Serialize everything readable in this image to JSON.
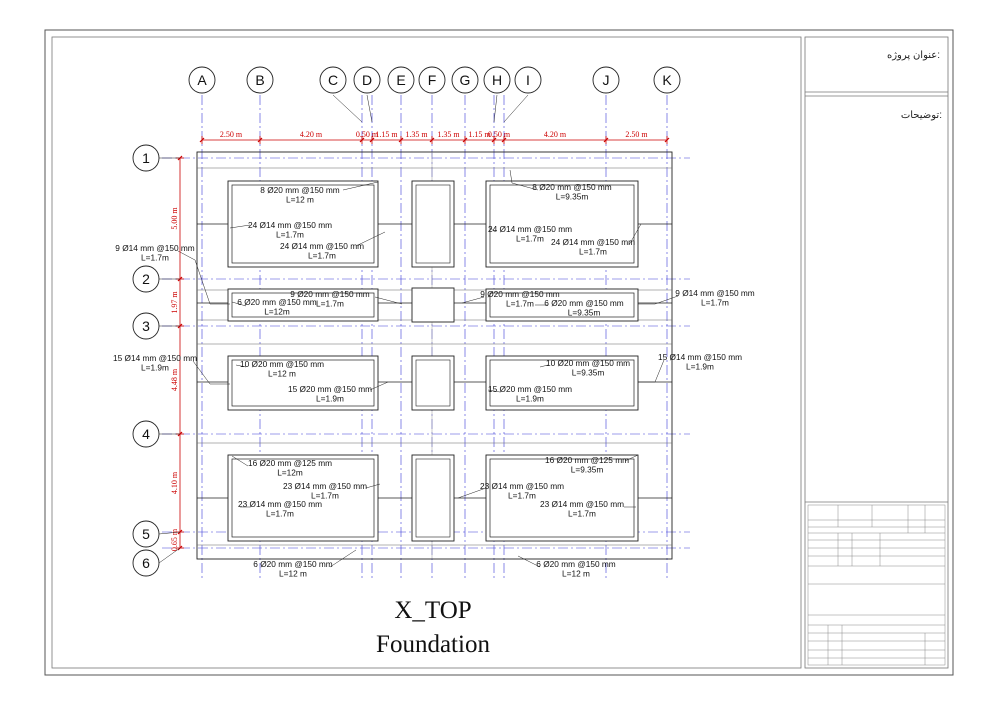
{
  "title_block": {
    "project_label": "عنوان پروژه:",
    "notes_label": "توضیحات:"
  },
  "drawing": {
    "title": "X_TOP",
    "subtitle": "Foundation"
  },
  "grid": {
    "columns": [
      "A",
      "B",
      "C",
      "D",
      "E",
      "F",
      "G",
      "H",
      "I",
      "J",
      "K"
    ],
    "rows": [
      "1",
      "2",
      "3",
      "4",
      "5",
      "6"
    ],
    "column_spacings": [
      "2.50 m",
      "4.20 m",
      "0.50 m",
      "1.15 m",
      "1.35 m",
      "1.35 m",
      "1.15 m",
      "0.50 m",
      "4.20 m",
      "2.50 m"
    ],
    "row_spacings": [
      "5.00 m",
      "1.97 m",
      "4.48 m",
      "4.10 m",
      "0.65 m"
    ]
  },
  "colors": {
    "dimension": "#cc0000",
    "gridline": "#3a3ad8",
    "line": "#222222"
  },
  "annotations": {
    "a1": [
      "8 Ø20 mm @150 mm",
      "L=12 m"
    ],
    "a2": [
      "24 Ø14 mm @150 mm",
      "L=1.7m"
    ],
    "a3": [
      "24 Ø14 mm @150 mm",
      "L=1.7m"
    ],
    "a4": [
      "9 Ø14 mm @150 mm",
      "L=1.7m"
    ],
    "a5": [
      "9 Ø20 mm @150 mm",
      "L=1.7m"
    ],
    "a6": [
      "6 Ø20 mm @150 mm",
      "L=12m"
    ],
    "a7": [
      "15 Ø14 mm @150 mm",
      "L=1.9m"
    ],
    "a8": [
      "10 Ø20 mm @150 mm",
      "L=12 m"
    ],
    "a9": [
      "15 Ø20 mm @150 mm",
      "L=1.9m"
    ],
    "a10": [
      "16 Ø20 mm @125 mm",
      "L=12m"
    ],
    "a11": [
      "23 Ø14 mm @150 mm",
      "L=1.7m"
    ],
    "a12": [
      "23 Ø14 mm @150 mm",
      "L=1.7m"
    ],
    "a13": [
      "6 Ø20 mm @150 mm",
      "L=12 m"
    ],
    "b1": [
      "8 Ø20 mm @150 mm",
      "L=9.35m"
    ],
    "b2": [
      "24 Ø14 mm @150 mm",
      "L=1.7m"
    ],
    "b3": [
      "24 Ø14 mm @150 mm",
      "L=1.7m"
    ],
    "b4": [
      "9 Ø20 mm @150 mm",
      "L=1.7m"
    ],
    "b5": [
      "6 Ø20 mm @150 mm",
      "L=9.35m"
    ],
    "b6": [
      "9 Ø14 mm @150 mm",
      "L=1.7m"
    ],
    "b7": [
      "10 Ø20 mm @150 mm",
      "L=9.35m"
    ],
    "b8": [
      "15 Ø14 mm @150 mm",
      "L=1.9m"
    ],
    "b9": [
      "15 Ø20 mm @150 mm",
      "L=1.9m"
    ],
    "b10": [
      "16 Ø20 mm @125 mm",
      "L=9.35m"
    ],
    "b11": [
      "23 Ø14 mm @150 mm",
      "L=1.7m"
    ],
    "b12": [
      "23 Ø14 mm @150 mm",
      "L=1.7m"
    ],
    "b13": [
      "6 Ø20 mm @150 mm",
      "L=12 m"
    ]
  }
}
